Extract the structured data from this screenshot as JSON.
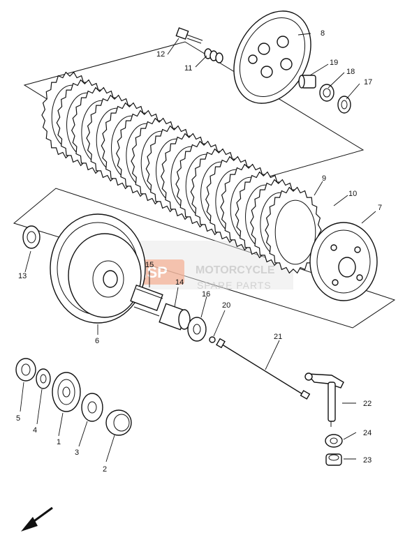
{
  "diagram": {
    "parts": [
      {
        "ref": "1"
      },
      {
        "ref": "2"
      },
      {
        "ref": "3"
      },
      {
        "ref": "4"
      },
      {
        "ref": "5"
      },
      {
        "ref": "6"
      },
      {
        "ref": "7"
      },
      {
        "ref": "8"
      },
      {
        "ref": "9"
      },
      {
        "ref": "10"
      },
      {
        "ref": "11"
      },
      {
        "ref": "12"
      },
      {
        "ref": "13"
      },
      {
        "ref": "14"
      },
      {
        "ref": "15"
      },
      {
        "ref": "16"
      },
      {
        "ref": "17"
      },
      {
        "ref": "18"
      },
      {
        "ref": "19"
      },
      {
        "ref": "20"
      },
      {
        "ref": "21"
      },
      {
        "ref": "22"
      },
      {
        "ref": "23"
      },
      {
        "ref": "24"
      }
    ]
  },
  "watermark": {
    "line1": "MOTORCYCLE",
    "line2": "SPARE PARTS",
    "badge": "MSP"
  },
  "colors": {
    "line": "#111111",
    "watermark_badge": "#f3b8a0",
    "watermark_text": "#c9c9c9"
  }
}
